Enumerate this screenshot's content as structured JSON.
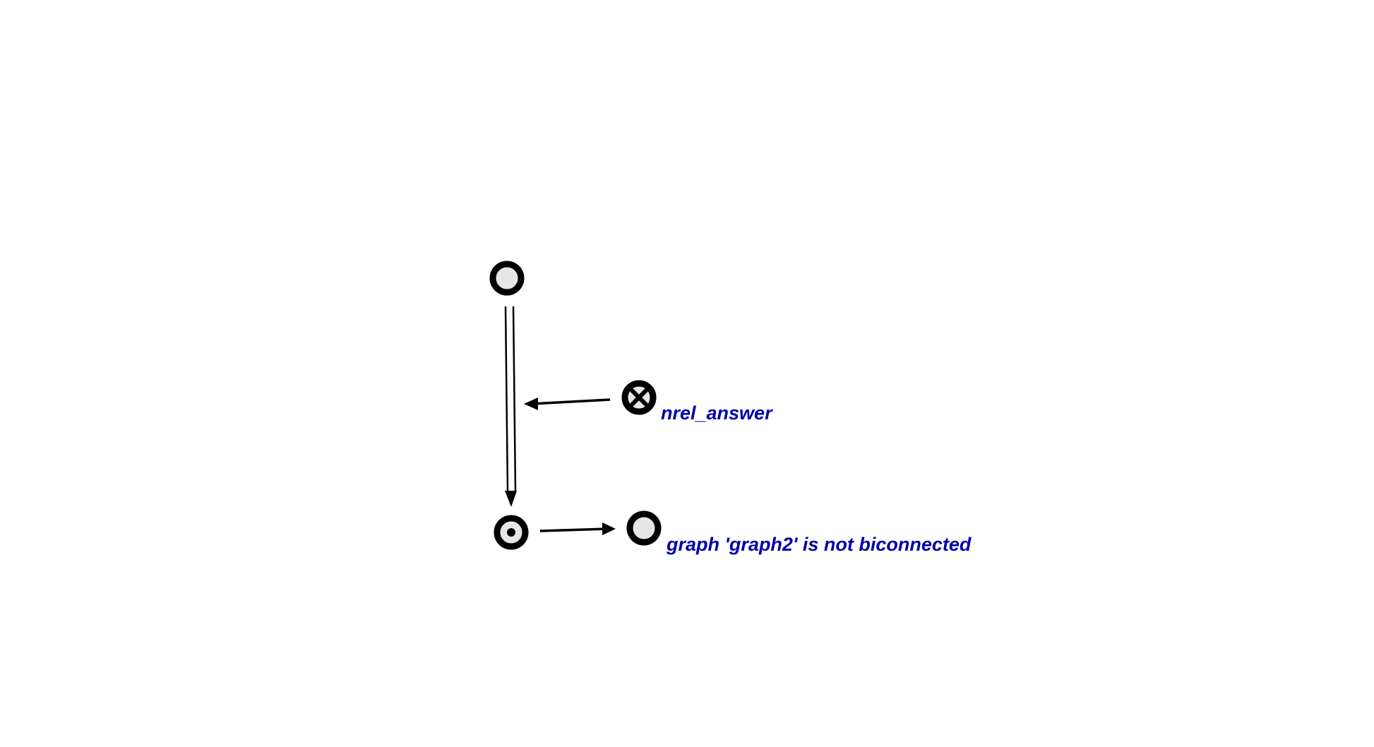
{
  "diagram": {
    "labels": {
      "relation_node": "nrel_answer",
      "result_node": "graph 'graph2' is not biconnected"
    },
    "colors": {
      "background": "#ffffff",
      "stroke": "#000000",
      "node_fill": "#e6e6e6",
      "label": "#0000aa"
    },
    "nodes": [
      {
        "id": "question-node",
        "kind": "plain"
      },
      {
        "id": "relation-node",
        "kind": "relation"
      },
      {
        "id": "answer-node",
        "kind": "structure"
      },
      {
        "id": "result-node",
        "kind": "plain"
      }
    ],
    "edges": [
      {
        "id": "answer-pair-arc",
        "from": "question-node",
        "to": "answer-node",
        "style": "double-line"
      },
      {
        "id": "relation-access-arc",
        "from": "relation-node",
        "to": "answer-pair-arc",
        "style": "single-line"
      },
      {
        "id": "membership-arc",
        "from": "answer-node",
        "to": "result-node",
        "style": "single-line"
      }
    ]
  }
}
